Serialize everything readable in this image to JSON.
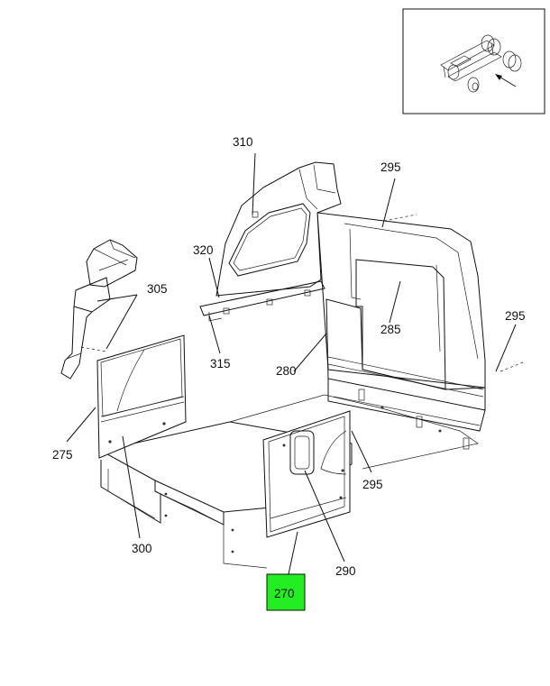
{
  "diagram": {
    "callouts": {
      "c270": "270",
      "c275": "275",
      "c280": "280",
      "c285": "285",
      "c290": "290",
      "c295a": "295",
      "c295b": "295",
      "c295c": "295",
      "c300": "300",
      "c305": "305",
      "c310": "310",
      "c315": "315",
      "c320": "320"
    },
    "highlight_color": "#22ee22",
    "highlighted_part": "270"
  }
}
